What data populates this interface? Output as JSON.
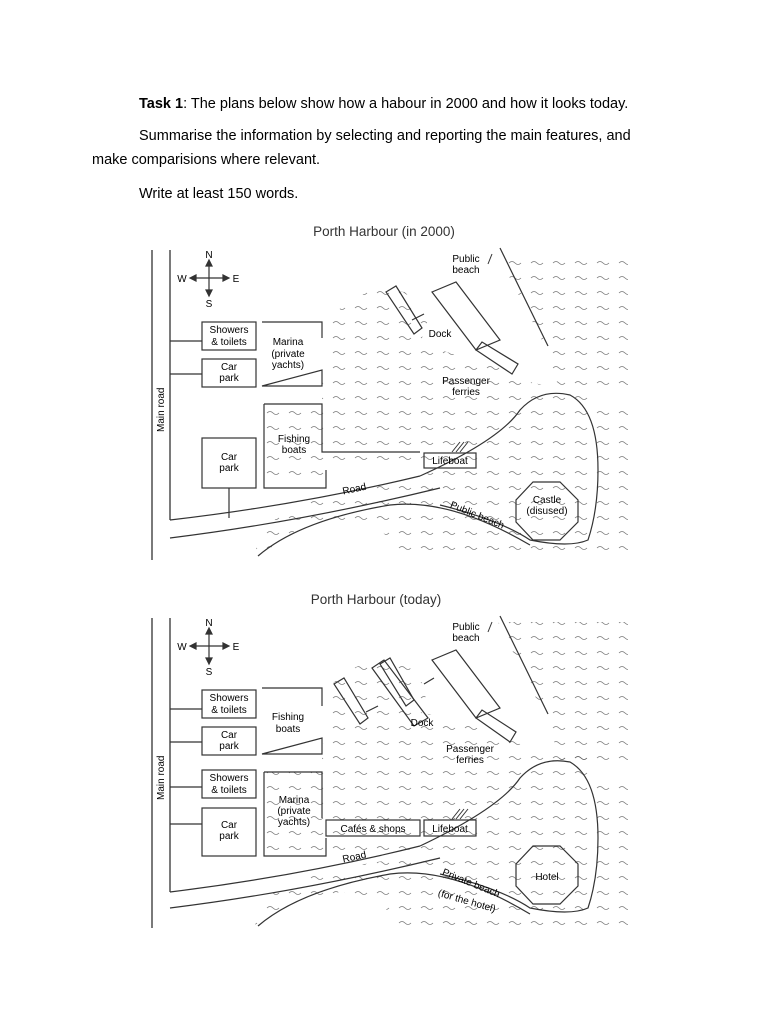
{
  "task": {
    "label": "Task 1",
    "line1": ": The plans below show how a habour in 2000 and how it looks today.",
    "line2a": "Summarise the information by selecting and reporting the main features, and",
    "line2b": "make comparisions where relevant.",
    "line3": "Write at least 150 words."
  },
  "compass": {
    "n": "N",
    "s": "S",
    "w": "W",
    "e": "E"
  },
  "map_2000": {
    "title": "Porth Harbour (in 2000)",
    "main_road": "Main road",
    "showers1": "Showers",
    "showers2": "& toilets",
    "carpark1a": "Car",
    "carpark1b": "park",
    "marina1": "Marina",
    "marina2": "(private",
    "marina3": "yachts)",
    "fishing1": "Fishing",
    "fishing2": "boats",
    "carpark2a": "Car",
    "carpark2b": "park",
    "public_beach1": "Public",
    "public_beach2": "beach",
    "dock": "Dock",
    "ferries1": "Passenger",
    "ferries2": "ferries",
    "lifeboat": "Lifeboat",
    "road": "Road",
    "castle1": "Castle",
    "castle2": "(disused)",
    "south_beach": "Public beach"
  },
  "map_today": {
    "title": "Porth Harbour (today)",
    "main_road": "Main road",
    "showers_a1": "Showers",
    "showers_a2": "& toilets",
    "carpark_a1": "Car",
    "carpark_a2": "park",
    "fishing1": "Fishing",
    "fishing2": "boats",
    "showers_b1": "Showers",
    "showers_b2": "& toilets",
    "carpark_b1": "Car",
    "carpark_b2": "park",
    "marina1": "Marina",
    "marina2": "(private",
    "marina3": "yachts)",
    "cafes": "Cafés & shops",
    "lifeboat": "Lifeboat",
    "public_beach1": "Public",
    "public_beach2": "beach",
    "dock": "Dock",
    "ferries1": "Passenger",
    "ferries2": "ferries",
    "road": "Road",
    "hotel": "Hotel",
    "private_beach1": "Private beach",
    "private_beach2": "(for the hotel)"
  }
}
